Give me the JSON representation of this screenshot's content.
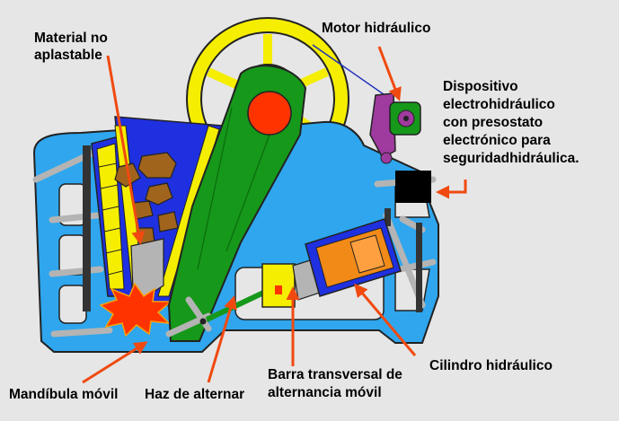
{
  "labels": {
    "material_line1": "Material no",
    "material_line2": "aplastable",
    "motor": "Motor hidráulico",
    "device_line1": "Dispositivo",
    "device_line2": "electrohidráulico",
    "device_line3": "con presostato",
    "device_line4": "electrónico para",
    "device_line5": "seguridadhidráulica.",
    "jaw": "Mandíbula móvil",
    "toggle_beam": "Haz de alternar",
    "bar_line1": "Barra transversal de",
    "bar_line2": "alternancia móvil",
    "cylinder": "Cilindro hidráulico"
  },
  "colors": {
    "background": "#e6e6e6",
    "frame_blue": "#2fa6ee",
    "dark_blue": "#1f30e0",
    "green": "#16981a",
    "yellow": "#f5ee00",
    "red": "#ff3300",
    "orange": "#f28a18",
    "purple": "#9f3a9f",
    "brown": "#a0641c",
    "grey": "#b4b4b4",
    "arrow": "#f04a10"
  }
}
